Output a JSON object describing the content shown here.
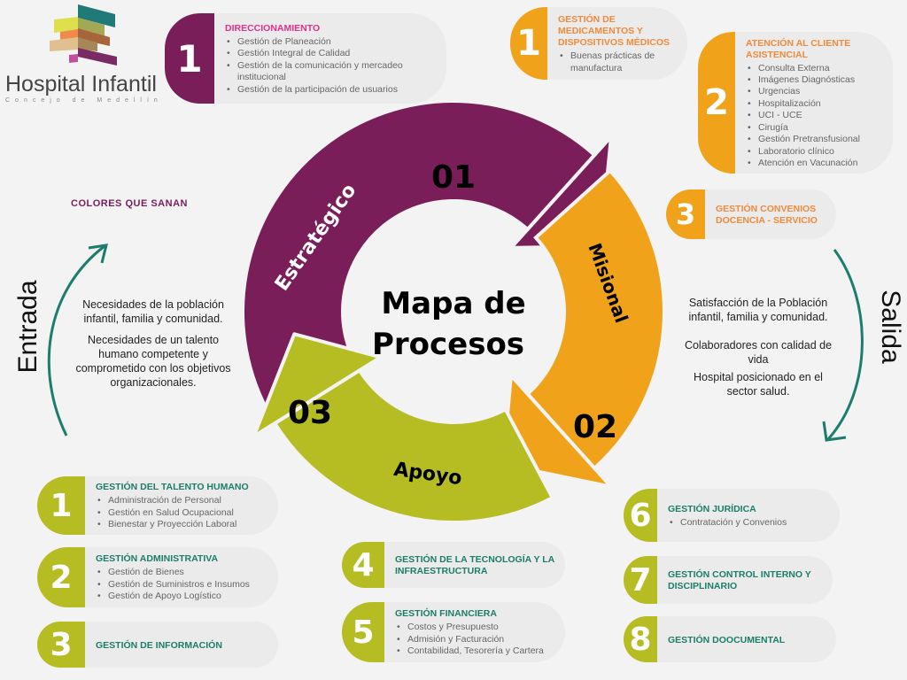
{
  "logo": {
    "name": "Hospital Infantil",
    "subtitle": "Concejo de Medellín"
  },
  "slogan": "COLORES QUE SANAN",
  "center": {
    "line1": "Mapa de",
    "line2": "Procesos"
  },
  "segments": [
    {
      "num": "01",
      "label": "Estratégico",
      "color": "#7a1e5a"
    },
    {
      "num": "02",
      "label": "Misional",
      "color": "#f0a31a"
    },
    {
      "num": "03",
      "label": "Apoyo",
      "color": "#b5bd22"
    }
  ],
  "entrada": {
    "label": "Entrada",
    "p1": "Necesidades de la población infantil, familia y comunidad.",
    "p2": "Necesidades de un talento humano competente y comprometido con los objetivos organizacionales."
  },
  "salida": {
    "label": "Salida",
    "p1": "Satisfacción de la Población infantil, familia y comunidad.",
    "p2": "Colaboradores con calidad de vida",
    "p3": "Hospital posicionado en el sector salud."
  },
  "estrategico": [
    {
      "num": "1",
      "title": "DIRECCIONAMIENTO",
      "items": [
        "Gestión de Planeación",
        "Gestión Integral de Calidad",
        "Gestión de la comunicación y mercadeo institucional",
        "Gestión de la participación de usuarios"
      ]
    }
  ],
  "misional": [
    {
      "num": "1",
      "title": "GESTIÓN DE MEDICAMENTOS Y DISPOSITIVOS MÉDICOS",
      "items": [
        "Buenas prácticas de manufactura"
      ]
    },
    {
      "num": "2",
      "title": "ATENCIÓN AL CLIENTE ASISTENCIAL",
      "items": [
        "Consulta Externa",
        "Imágenes Diagnósticas",
        "Urgencias",
        "Hospitalización",
        "UCI - UCE",
        "Cirugía",
        "Gestión Pretransfusional",
        "Laboratorio clínico",
        "Atención en Vacunación"
      ]
    },
    {
      "num": "3",
      "title": "GESTIÓN CONVENIOS DOCENCIA - SERVICIO",
      "items": []
    }
  ],
  "apoyo": [
    {
      "num": "1",
      "title": "GESTIÓN DEL TALENTO HUMANO",
      "items": [
        "Administración de Personal",
        "Gestión en Salud Ocupacional",
        "Bienestar y Proyección Laboral"
      ]
    },
    {
      "num": "2",
      "title": "GESTIÓN ADMINISTRATIVA",
      "items": [
        "Gestión de Bienes",
        "Gestión de Suministros e Insumos",
        "Gestión de Apoyo Logístico"
      ]
    },
    {
      "num": "3",
      "title": "GESTIÓN DE INFORMACIÓN",
      "items": []
    },
    {
      "num": "4",
      "title": "GESTIÓN DE LA TECNOLOGÍA Y LA INFRAESTRUCTURA",
      "items": []
    },
    {
      "num": "5",
      "title": "GESTIÓN FINANCIERA",
      "items": [
        "Costos y Presupuesto",
        "Admisión y Facturación",
        "Contabilidad, Tesorería y Cartera"
      ]
    },
    {
      "num": "6",
      "title": "GESTIÓN JURÍDICA",
      "items": [
        "Contratación y Convenios"
      ]
    },
    {
      "num": "7",
      "title": "GESTIÓN CONTROL INTERNO Y DISCIPLINARIO",
      "items": []
    },
    {
      "num": "8",
      "title": "GESTIÓN DOOCUMENTAL",
      "items": []
    }
  ],
  "colors": {
    "teal": "#1b7d6a"
  }
}
